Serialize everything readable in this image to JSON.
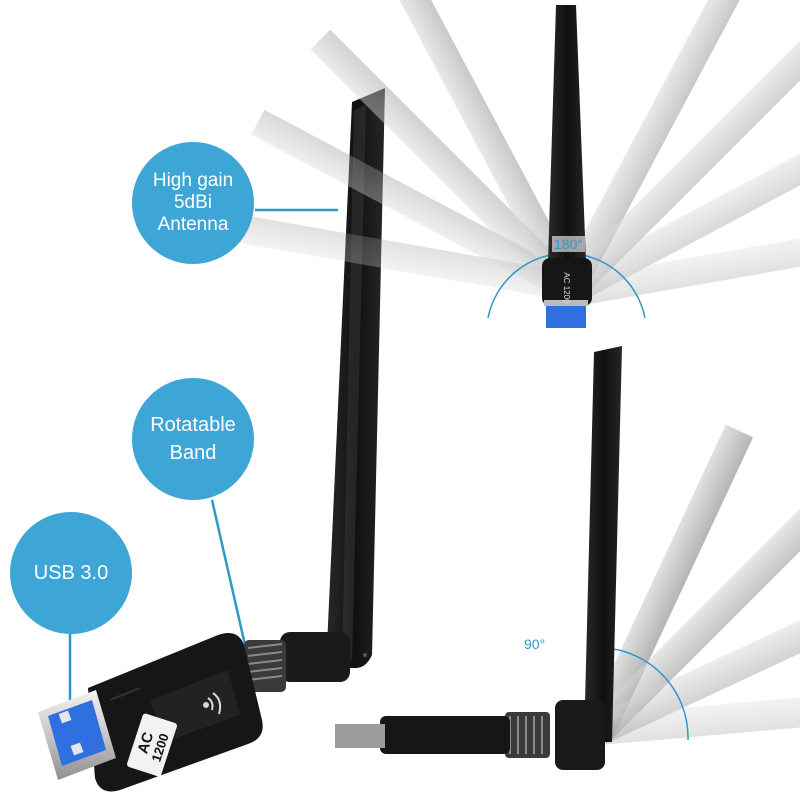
{
  "colors": {
    "accent_blue": "#2f98c8",
    "bubble_blue": "#3ea6d6",
    "antenna_black": "#181818",
    "usb_blue": "#2f6fe0",
    "ghost_gray": "#bdbdbd"
  },
  "callouts": {
    "antenna": {
      "line1": "High gain",
      "line2": "5dBi",
      "line3": "Antenna"
    },
    "band": {
      "line1": "Rotatable",
      "line2": "Band"
    },
    "usb": {
      "line1": "USB 3.0"
    }
  },
  "device": {
    "badge_line1": "AC",
    "badge_line2": "1200"
  },
  "rotation_demos": {
    "top": {
      "angle_label": "180°"
    },
    "bottom": {
      "angle_label": "90°"
    }
  }
}
